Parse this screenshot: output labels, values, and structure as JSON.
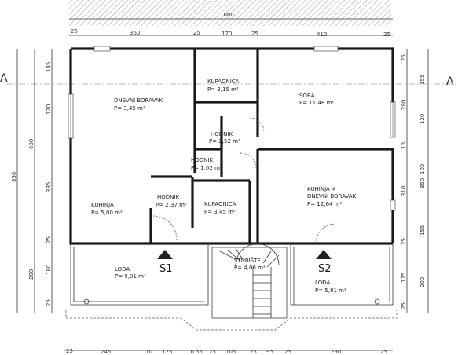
{
  "section_label": "A",
  "overall_width": "1080",
  "top_dims": [
    "25",
    "360",
    "25",
    "170",
    "25",
    "410",
    "25"
  ],
  "bottom_dims": [
    "25",
    "245",
    "10",
    "125",
    "10",
    "55",
    "25",
    "105",
    "25",
    "95",
    "25",
    "290",
    "25"
  ],
  "left_dims_outer": [
    "850"
  ],
  "left_dims_mid": [
    "600",
    "200"
  ],
  "left_dims_inner": [
    "145",
    "120",
    "385",
    "25",
    "180",
    "25"
  ],
  "right_dims_inner": [
    "155",
    "280",
    "120",
    "10",
    "100",
    "310",
    "155",
    "25",
    "175",
    "25"
  ],
  "right_dims_outer": [
    "850",
    "200"
  ],
  "rooms": [
    {
      "name": "DNEVNI BORAVAK",
      "area": "P= 3,45 m²"
    },
    {
      "name": "KUPAONICA",
      "area": "P= 3,15 m²"
    },
    {
      "name": "SOBA",
      "area": "P= 11,48 m²"
    },
    {
      "name": "HODNIK",
      "area": "P= 2,52 m²"
    },
    {
      "name": "HODNIK",
      "area": "P= 1,02 m²"
    },
    {
      "name": "KUHINJA",
      "area": "P= 5,00 m²"
    },
    {
      "name": "HODNIK",
      "area": "P= 2,37 m²"
    },
    {
      "name": "KUPAONICA",
      "area": "P= 3,45 m²"
    },
    {
      "name": "KUHINJA +",
      "name2": "DNEVNI BORAVAK",
      "area": "P= 12,64 m²"
    },
    {
      "name": "LOĐA",
      "area": "P= 9,01 m²"
    },
    {
      "name": "STUBIŠTE",
      "area": "P= 4,06 m²"
    },
    {
      "name": "LOĐA",
      "area": "P= 5,81 m²"
    }
  ],
  "entrances": [
    "S1",
    "S2"
  ]
}
